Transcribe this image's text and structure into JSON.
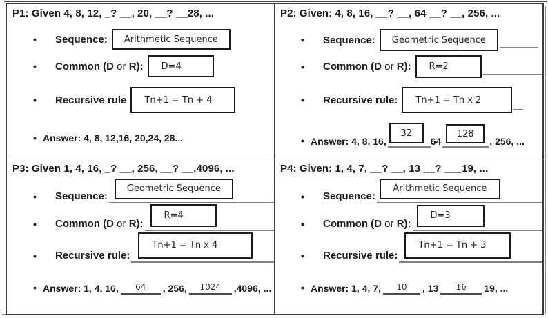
{
  "theme": {
    "border": "#3d3d3d",
    "box": "#1b1b1b",
    "line": "#828282",
    "blank": "#4a4a4a"
  },
  "ui": {
    "bullet": "•"
  },
  "panels": [
    {
      "title": "P1: Given 4, 8, 12, _? __, 20, __? __28, ...",
      "sequence": {
        "label": "Sequence:",
        "value": "Arithmetic Sequence"
      },
      "common": {
        "pre": "Common (",
        "d": "D",
        "or": " or ",
        "r": "R",
        "post": "):",
        "value": "D=4"
      },
      "recursive": {
        "label": "Recursive rule",
        "value": "Tn+1 = Tn + 4"
      },
      "answer": {
        "text": "Answer: 4, 8, 12,16, 20,24, 28..."
      }
    },
    {
      "title": "P2: Given: 4, 8, 16, __? __, 64 __? __, 256, ...",
      "sequence": {
        "label": "Sequence:",
        "value": "Geometric Sequence"
      },
      "common": {
        "pre": "Common (",
        "d": "D",
        "or": " or ",
        "r": "R",
        "post": "):",
        "value": "R=2"
      },
      "recursive": {
        "label": "Recursive rule:",
        "value": "Tn+1 = Tn x 2"
      },
      "answer": {
        "pre": "Answer: 4, 8, 16,",
        "blank1": "32",
        "mid": "64",
        "blank2": "128",
        "post": ", 256, ..."
      }
    },
    {
      "title": "P3: Given 1, 4, 16, _? __, 256, __? __,4096, ...",
      "sequence": {
        "label": "Sequence:",
        "value": "Geometric Sequence"
      },
      "common": {
        "pre": "Common (",
        "d": "D",
        "or": " or ",
        "r": "R",
        "post": "):",
        "value": "R=4"
      },
      "recursive": {
        "label": "Recursive rule:",
        "value": "Tn+1 = Tn x 4"
      },
      "answer": {
        "pre": "Answer: 1, 4, 16,",
        "blank1": "64",
        "mid": ", 256,",
        "blank2": "1024",
        "post": ",4096, ..."
      }
    },
    {
      "title": "P4: Given: 1, 4, 7, __? __, 13 __? ___19, ...",
      "sequence": {
        "label": "Sequence:",
        "value": "Arithmetic Sequence"
      },
      "common": {
        "pre": "Common (",
        "d": "D",
        "or": " or ",
        "r": "R",
        "post": "):",
        "value": "D=3"
      },
      "recursive": {
        "label": "Recursive rule:",
        "value": "Tn+1 = Tn + 3"
      },
      "answer": {
        "pre": "Answer: 1, 4, 7,",
        "blank1": "10",
        "mid": ", 13",
        "blank2": "16",
        "post": "19, ..."
      }
    }
  ]
}
